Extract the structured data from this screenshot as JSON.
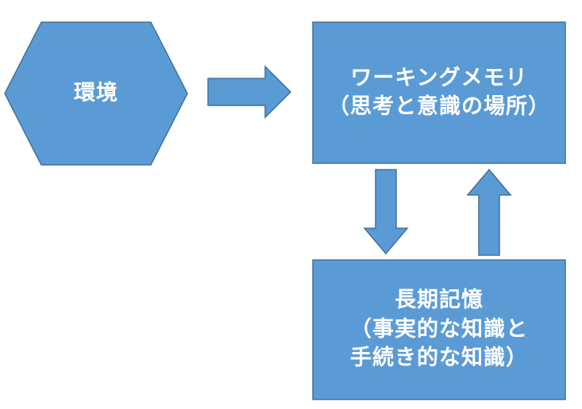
{
  "nodes": {
    "environment": {
      "label": "環境"
    },
    "working_memory": {
      "line1": "ワーキングメモリ",
      "line2": "（思考と意識の場所）"
    },
    "long_term_memory": {
      "line1": "長期記憶",
      "line2": "（事実的な知識と",
      "line3": "手続き的な知識）"
    }
  },
  "colors": {
    "shape_fill": "#5b9bd5",
    "shape_stroke": "#41719c",
    "text": "#ffffff",
    "background": "#ffffff"
  }
}
